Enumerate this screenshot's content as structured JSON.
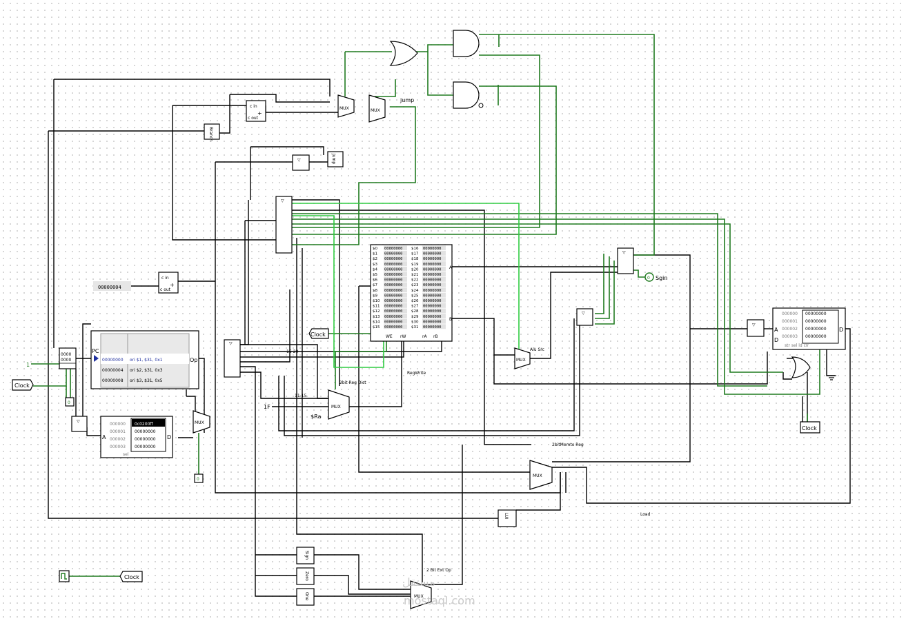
{
  "tunnels": {
    "clock_1": "Clock",
    "clock_2": "Clock",
    "clock_3": "Clock",
    "clock_4": "Clock"
  },
  "constants": {
    "const_one": "1",
    "const_four": "00000004",
    "const_1f": "1F"
  },
  "labels": {
    "jump": "jump",
    "reg_write": "RegWrite",
    "reg_dst": "2bit Reg Dist",
    "alu_src": "Alu Src",
    "memto_reg": "2bitMemto Reg",
    "ext_op": "2 Bit Ext Op",
    "load": "Load",
    "sgin": "Sgin",
    "ra": "$Ra",
    "bits_16_20": "16-20",
    "bits_11_15": "11-15",
    "pc": "PC",
    "op": "Op",
    "a": "A",
    "d": "D",
    "sel": "sel",
    "mux": "MUX",
    "cin": "c in",
    "cout": "c out",
    "we": "WE",
    "rw": "rW",
    "rA": "rA",
    "rB": "rB",
    "branch": "Branch",
    "jump_box": "Jump",
    "lui": "LUI",
    "sign_ext": "Sign",
    "zero_ext": "Zero",
    "one_ext": "One",
    "probe0a": "0",
    "probe0b": "0",
    "probe0c": "0",
    "probe_reg": "0000",
    "probe_reg2": "0000"
  },
  "pc_register": {
    "value": "0000"
  },
  "instruction_memory": {
    "addresses": [
      "00000000",
      "00000004",
      "00000008"
    ],
    "instructions": [
      "ori $1, $31, 0x1",
      "ori $2, $31, 0x3",
      "ori $3, $31, 0x5"
    ]
  },
  "ram_small": {
    "addresses": [
      "000000",
      "000001",
      "000002",
      "000003"
    ],
    "values": [
      "0c0200ff",
      "00000000",
      "00000000",
      "00000000"
    ]
  },
  "register_file": {
    "left_names": [
      "$0",
      "$1",
      "$2",
      "$3",
      "$4",
      "$5",
      "$6",
      "$7",
      "$8",
      "$9",
      "$10",
      "$11",
      "$12",
      "$13",
      "$14",
      "$15"
    ],
    "right_names": [
      "$16",
      "$17",
      "$18",
      "$19",
      "$20",
      "$21",
      "$22",
      "$23",
      "$24",
      "$25",
      "$26",
      "$27",
      "$28",
      "$29",
      "$30",
      "$31"
    ],
    "value": "00000000"
  },
  "ram_data": {
    "addresses": [
      "000000",
      "000001",
      "000002",
      "000003"
    ],
    "values": [
      "00000000",
      "00000000",
      "00000000",
      "00000000"
    ],
    "ports": "str sel    ld clr"
  },
  "watermark": {
    "arabic": "مستقل",
    "latin": "mostaql.com"
  }
}
